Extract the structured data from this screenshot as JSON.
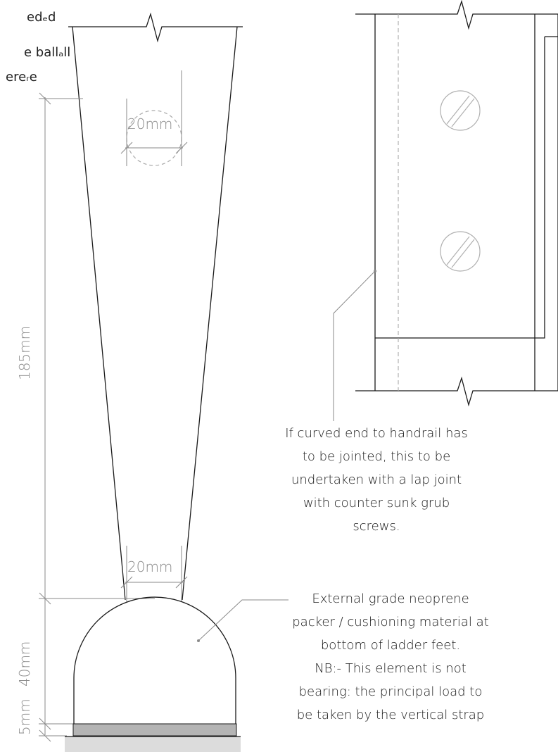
{
  "clipped_text": [
    "edₑd",
    "e ballₐll",
    "ereᵣe"
  ],
  "dimensions": {
    "ball_diameter": "20mm",
    "foot_width": "20mm",
    "leg_height": "185mm",
    "foot_height": "40mm",
    "packer_thickness": "5mm"
  },
  "notes": {
    "lap_joint": [
      "If curved end to handrail has",
      "to be jointed, this to be",
      "undertaken with a lap joint",
      "with counter sunk grub",
      "screws."
    ],
    "neoprene_packer": [
      "External grade neoprene",
      "packer / cushioning material at",
      "bottom of ladder feet.",
      "NB:- This element is not",
      "bearing: the principal load to",
      "be taken by the vertical strap"
    ]
  },
  "colors": {
    "line": "#1a1a1a",
    "dimension": "#8a8a8a",
    "packer_fill": "#b4b4b4",
    "ground_fill": "#dcdcdc",
    "screw_hatch": "#b0b0b0"
  }
}
